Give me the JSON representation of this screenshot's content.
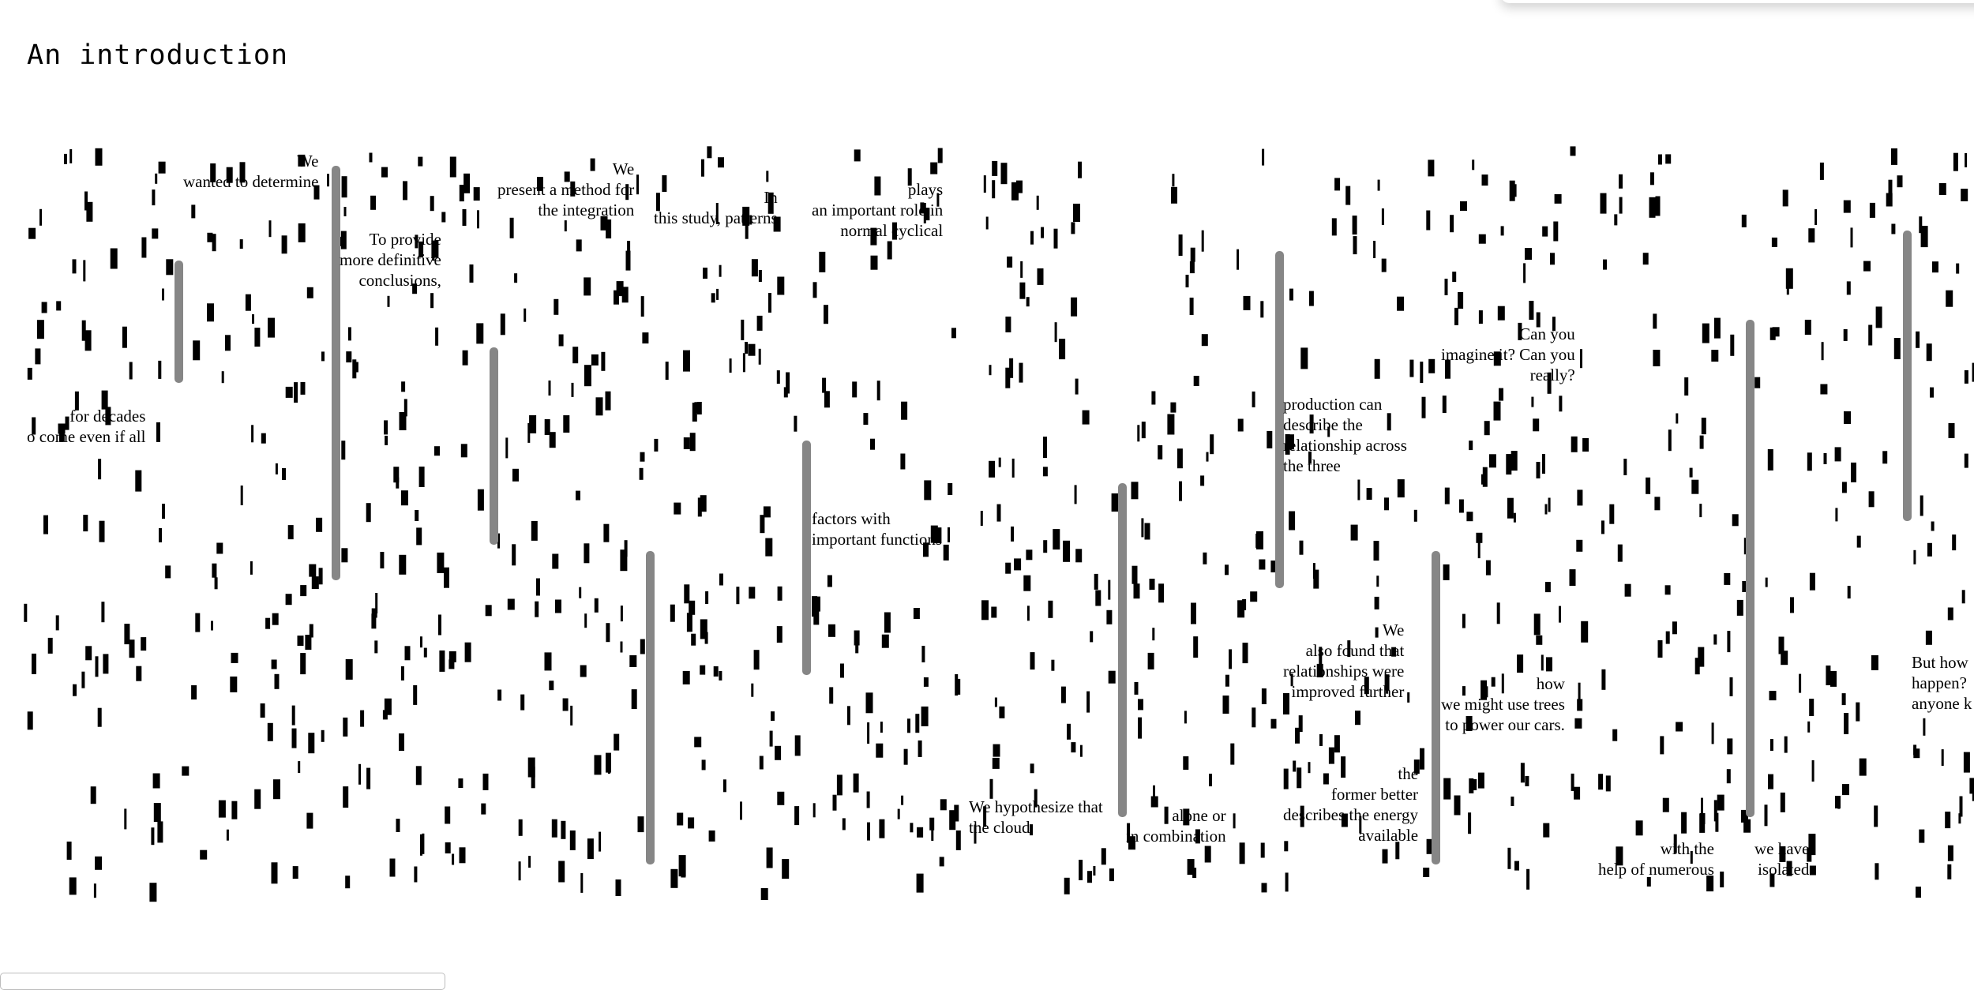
{
  "page": {
    "title": "An introduction"
  },
  "fragments": [
    {
      "id": "f1",
      "text": "We\nwanted to determine"
    },
    {
      "id": "f2",
      "text": "To provide\nmore definitive\nconclusions,"
    },
    {
      "id": "f3",
      "text": "for decades\no come even if all"
    },
    {
      "id": "f4",
      "text": "We\npresent a method for\nthe integration"
    },
    {
      "id": "f5",
      "text": "In\nthis study, patterns"
    },
    {
      "id": "f6",
      "text": "plays\nan important role in\nnormal cyclical"
    },
    {
      "id": "f7",
      "text": "factors with\nimportant functions"
    },
    {
      "id": "f8",
      "text": "We hypothesize that\nthe cloud"
    },
    {
      "id": "f9",
      "text": "alone or\nin combination"
    },
    {
      "id": "f10",
      "text": "production can\ndescribe the\nrelationship across\nthe three"
    },
    {
      "id": "f11",
      "text": "We\nalso found that\nrelationships were\nimproved further"
    },
    {
      "id": "f12",
      "text": "the\nformer better\ndescribes the energy\navailable"
    },
    {
      "id": "f13",
      "text": "Can you\nimagine it? Can you\nreally?"
    },
    {
      "id": "f14",
      "text": "how\nwe might use trees\nto power our cars."
    },
    {
      "id": "f15",
      "text": "with the\nhelp of numerous"
    },
    {
      "id": "f16",
      "text": "we have\nisolated"
    },
    {
      "id": "f17",
      "text": "But how\nhappen?\nanyone k"
    }
  ]
}
